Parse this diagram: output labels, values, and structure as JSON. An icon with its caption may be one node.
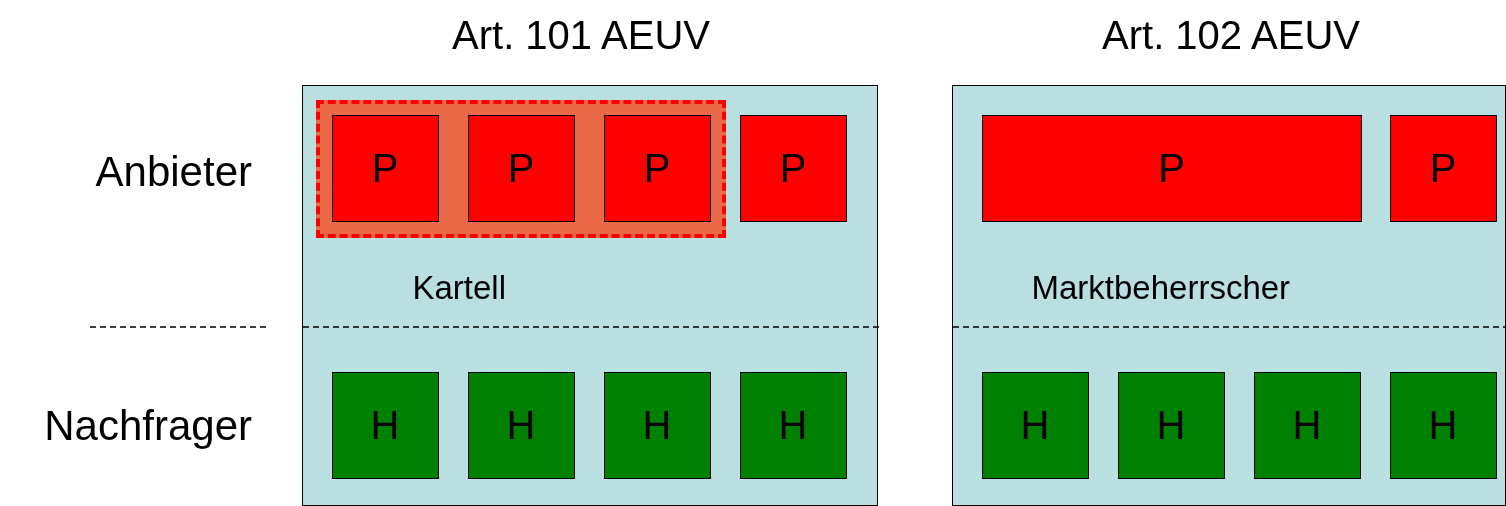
{
  "diagram": {
    "nodes": [
      {
        "text": [
          "Art. 101 AEUV"
        ]
      },
      {
        "text": [],
        "shape": "box",
        "in": 0,
        "beside": [
          "Kartell"
        ]
      },
      {
        "text": [
          "P"
        ],
        "in": 1
      },
      {
        "text": [
          "P"
        ],
        "in": 1
      },
      {
        "text": [
          "P"
        ],
        "in": 1
      },
      {
        "text": [
          "P"
        ],
        "in": 0
      },
      {
        "text": [
          "H"
        ],
        "in": 0
      },
      {
        "text": [
          "H"
        ],
        "in": 0
      },
      {
        "text": [
          "H"
        ],
        "in": 0
      },
      {
        "text": [
          "H"
        ],
        "in": 0
      },
      {
        "text": [
          "Art. 102 AEUV"
        ]
      },
      {
        "text": [
          "P"
        ],
        "in": 10,
        "beside": [
          "Marktbeherrscher"
        ]
      },
      {
        "text": [
          "P"
        ],
        "in": 10
      },
      {
        "text": [
          "H"
        ],
        "in": 10
      },
      {
        "text": [
          "H"
        ],
        "in": 10
      },
      {
        "text": [
          "H"
        ],
        "in": 10
      },
      {
        "text": [
          "H"
        ],
        "in": 10
      }
    ],
    "edges": [],
    "labels": [
      "Anbieter",
      "Nachfrager"
    ]
  }
}
